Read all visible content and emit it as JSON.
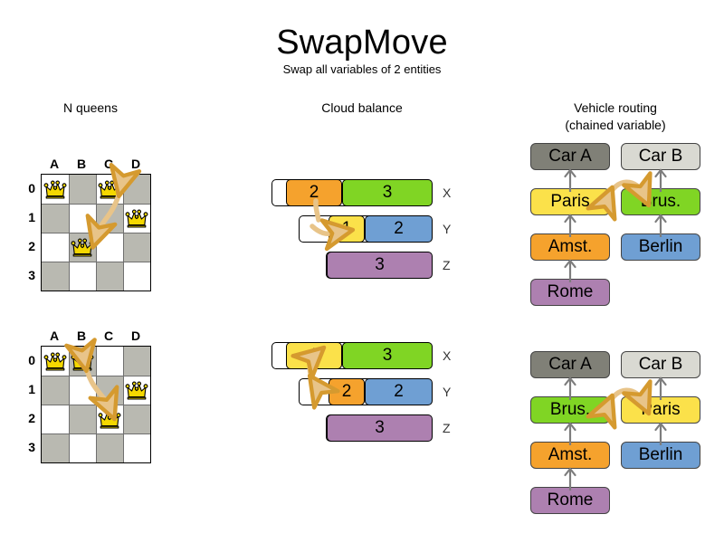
{
  "header": {
    "title": "SwapMove",
    "subtitle": "Swap all variables of 2 entities"
  },
  "sections": {
    "nqueens": {
      "title": "N queens"
    },
    "cloud": {
      "title": "Cloud balance"
    },
    "vrp": {
      "title": "Vehicle routing",
      "title_line2": "(chained variable)"
    }
  },
  "colors": {
    "orange": "#f5a22d",
    "green": "#80d524",
    "yellow": "#fbe14a",
    "blue": "#6f9fd3",
    "purple": "#ad80b0",
    "gray_dark": "#808077",
    "gray_light": "#d9d9d2",
    "board_dark": "#b9b9b1",
    "board_light": "#ffffff",
    "queen_fill": "#f5d800",
    "arrow": "#e8c489",
    "arrow_stroke": "#d59a2f",
    "link": "#7d7d7d"
  },
  "nqueens": {
    "column_labels": [
      "A",
      "B",
      "C",
      "D"
    ],
    "row_labels": [
      "0",
      "1",
      "2",
      "3"
    ],
    "before": {
      "queens": [
        {
          "col": 0,
          "row": 0,
          "cell": "A0"
        },
        {
          "col": 2,
          "row": 0,
          "cell": "C0"
        },
        {
          "col": 3,
          "row": 1,
          "cell": "D1"
        },
        {
          "col": 1,
          "row": 2,
          "cell": "B2"
        }
      ],
      "swap": {
        "from": "C0",
        "to": "B2"
      }
    },
    "after": {
      "queens": [
        {
          "col": 0,
          "row": 0,
          "cell": "A0"
        },
        {
          "col": 1,
          "row": 0,
          "cell": "B0"
        },
        {
          "col": 3,
          "row": 1,
          "cell": "D1"
        },
        {
          "col": 2,
          "row": 2,
          "cell": "C2"
        }
      ],
      "swap": {
        "from": "B0",
        "to": "C2"
      }
    }
  },
  "cloud": {
    "row_labels": [
      "X",
      "Y",
      "Z"
    ],
    "before": {
      "rows": [
        {
          "label": "X",
          "processes": [
            {
              "value": "2",
              "color": "#f5a22d"
            },
            {
              "value": "3",
              "color": "#80d524"
            }
          ]
        },
        {
          "label": "Y",
          "processes": [
            {
              "value": "1",
              "color": "#fbe14a"
            },
            {
              "value": "2",
              "color": "#6f9fd3"
            }
          ]
        },
        {
          "label": "Z",
          "processes": [
            {
              "value": "3",
              "color": "#ad80b0"
            }
          ]
        }
      ],
      "swap": {
        "from": "X:2",
        "to": "Y:1"
      }
    },
    "after": {
      "rows": [
        {
          "label": "X",
          "processes": [
            {
              "value": "1",
              "color": "#fbe14a"
            },
            {
              "value": "3",
              "color": "#80d524"
            }
          ]
        },
        {
          "label": "Y",
          "processes": [
            {
              "value": "2",
              "color": "#f5a22d"
            },
            {
              "value": "2",
              "color": "#6f9fd3"
            }
          ]
        },
        {
          "label": "Z",
          "processes": [
            {
              "value": "3",
              "color": "#ad80b0"
            }
          ]
        }
      ],
      "swap": {
        "from": "X:1",
        "to": "Y:2"
      }
    }
  },
  "vrp": {
    "before": {
      "vehicleA": {
        "label": "Car A",
        "color": "#808077"
      },
      "vehicleB": {
        "label": "Car B",
        "color": "#d9d9d2"
      },
      "chainA": [
        {
          "label": "Paris",
          "color": "#fbe14a"
        },
        {
          "label": "Amst.",
          "color": "#f5a22d"
        },
        {
          "label": "Rome",
          "color": "#ad80b0"
        }
      ],
      "chainB": [
        {
          "label": "Brus.",
          "color": "#80d524"
        },
        {
          "label": "Berlin",
          "color": "#6f9fd3"
        }
      ],
      "swap": {
        "from": "Paris",
        "to": "Brus."
      }
    },
    "after": {
      "vehicleA": {
        "label": "Car A",
        "color": "#808077"
      },
      "vehicleB": {
        "label": "Car B",
        "color": "#d9d9d2"
      },
      "chainA": [
        {
          "label": "Brus.",
          "color": "#80d524"
        },
        {
          "label": "Amst.",
          "color": "#f5a22d"
        },
        {
          "label": "Rome",
          "color": "#ad80b0"
        }
      ],
      "chainB": [
        {
          "label": "Paris",
          "color": "#fbe14a"
        },
        {
          "label": "Berlin",
          "color": "#6f9fd3"
        }
      ],
      "swap": {
        "from": "Brus.",
        "to": "Paris"
      }
    }
  }
}
